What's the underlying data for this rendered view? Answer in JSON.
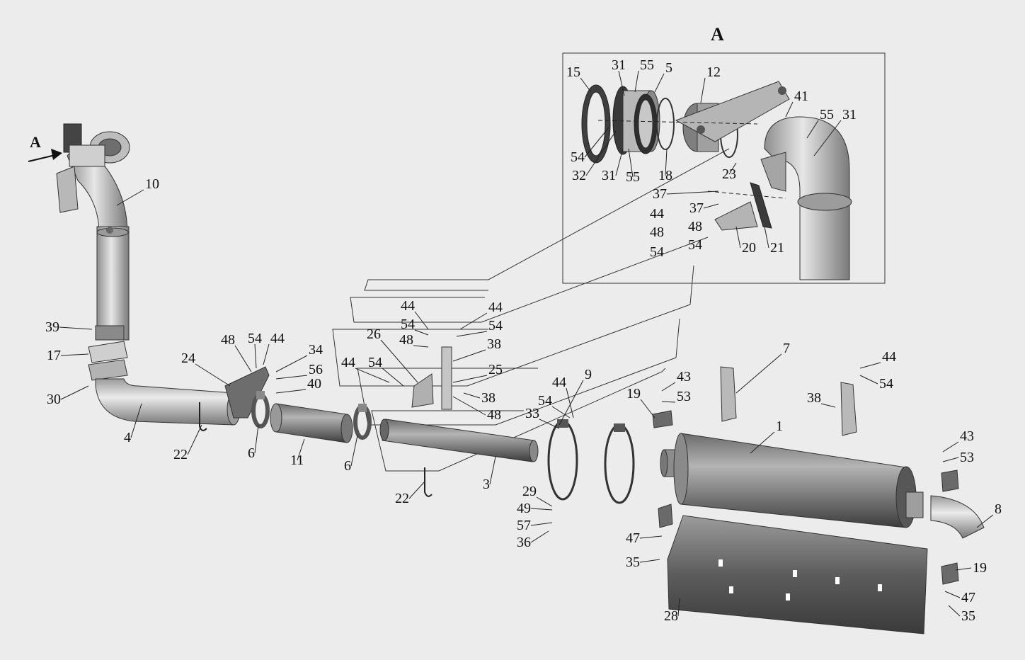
{
  "view_marker": "A",
  "detail_title": "A",
  "colors": {
    "background": "#ececec",
    "metal_light": "#d6d6d6",
    "metal_mid": "#a8a8a8",
    "metal_dark": "#555555",
    "line": "#222222"
  },
  "callouts": [
    "1",
    "3",
    "4",
    "6",
    "6",
    "7",
    "8",
    "9",
    "10",
    "11",
    "12",
    "15",
    "17",
    "18",
    "19",
    "19",
    "20",
    "21",
    "22",
    "22",
    "23",
    "24",
    "25",
    "26",
    "28",
    "29",
    "30",
    "31",
    "31",
    "31",
    "32",
    "33",
    "34",
    "35",
    "35",
    "36",
    "37",
    "37",
    "38",
    "38",
    "38",
    "39",
    "40",
    "41",
    "43",
    "43",
    "44",
    "44",
    "44",
    "44",
    "44",
    "44",
    "44",
    "47",
    "47",
    "48",
    "48",
    "48",
    "48",
    "48",
    "48",
    "49",
    "5",
    "53",
    "53",
    "54",
    "54",
    "54",
    "54",
    "54",
    "54",
    "54",
    "54",
    "54",
    "55",
    "55",
    "55",
    "56",
    "57"
  ]
}
